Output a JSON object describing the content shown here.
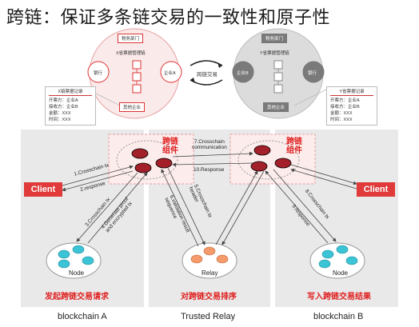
{
  "title": "跨链：保证多条链交易的一致性和原子性",
  "top_diagram": {
    "left": {
      "top_label": "税务部门",
      "center_label": "X省票据管理链",
      "left_node": "银行",
      "right_node": "企业A",
      "bottom_label": "其他企业"
    },
    "middle_label": "跨链交易",
    "right": {
      "top_label": "税务部门",
      "center_label": "Y省票据管理链",
      "left_node": "企业B",
      "right_node": "银行",
      "bottom_label": "其他企业"
    },
    "record_left": {
      "header": "X链票据记录",
      "lines": [
        "开票方：企业A",
        "接收方：企业B",
        "金额：XXX",
        "时间：XXX"
      ]
    },
    "record_right": {
      "header": "Y省票据记录",
      "lines": [
        "开票方：企业A",
        "接收方：企业B",
        "金额：XXX",
        "时间：XXX"
      ]
    }
  },
  "components": {
    "left": "跨链\n组件",
    "right": "跨链\n组件"
  },
  "clients": {
    "left": "Client",
    "right": "Client"
  },
  "nodes": {
    "left": "Node",
    "middle": "Relay",
    "right": "Node"
  },
  "arrows": {
    "a1": "1.Crosschain tx",
    "a2": "2.response",
    "a3": "3.Crosschain tx",
    "a4": "4.Generate proof\nand encrypted tx",
    "a5": "5.Crosschain tx\nheader",
    "a6": "6.validation result\nsequence",
    "a7": "7.Crosschain\ncommunication",
    "a8": "8.Crosschain tx",
    "a9": "9.response",
    "a10": "10.Response"
  },
  "sections": [
    {
      "cn": "发起跨链交易请求",
      "en": "blockchain A"
    },
    {
      "cn": "对跨链交易排序",
      "en": "Trusted Relay"
    },
    {
      "cn": "写入跨链交易结果",
      "en": "blockchain B"
    }
  ],
  "colors": {
    "accent_red": "#e03a3a",
    "dark_red_node": "#a31f2a",
    "teal_node": "#3bc4d6",
    "orange_node": "#f59a6a",
    "panel_gray": "#e9e9e9"
  }
}
